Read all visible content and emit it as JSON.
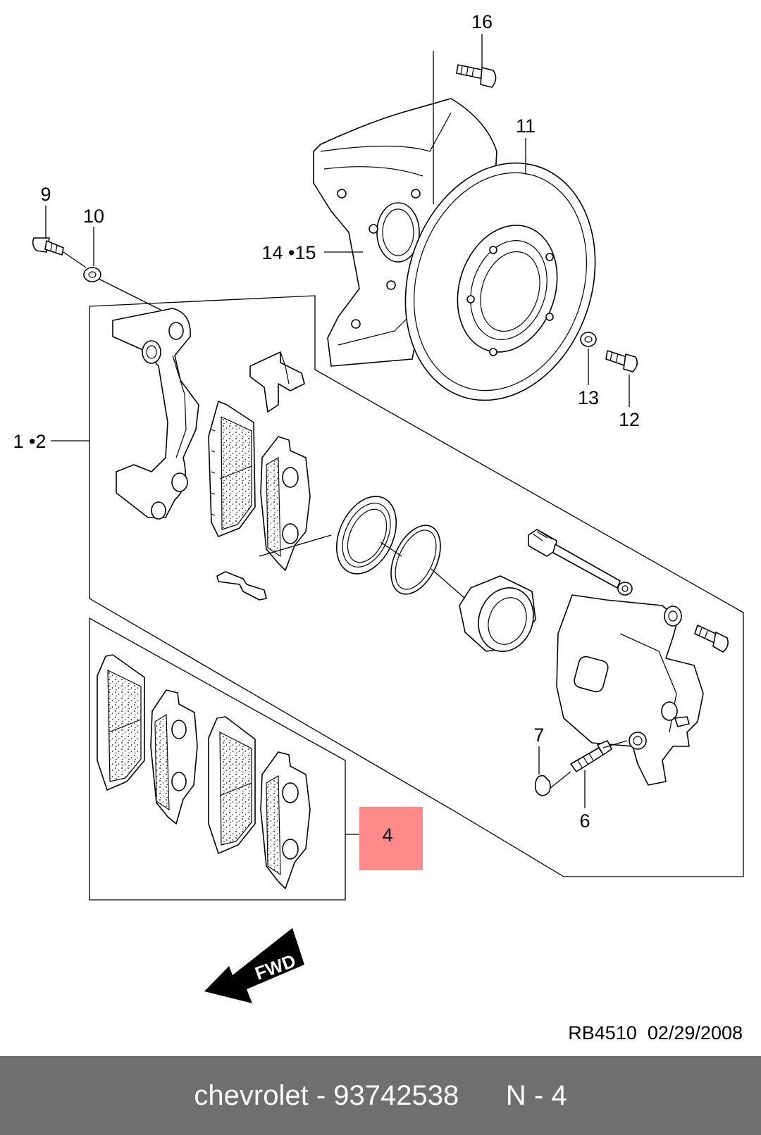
{
  "diagram": {
    "callouts": {
      "c16": "16",
      "c11": "11",
      "c9": "9",
      "c10": "10",
      "c1415": "14 •15",
      "c13": "13",
      "c12": "12",
      "c12b": "1 •2",
      "c7": "7",
      "c6": "6",
      "c4": "4"
    },
    "arrow_label": "FWD",
    "highlight_color": "#ff8a8a",
    "highlight_text_color": "#7a0000"
  },
  "revision": "RB4510  02/29/2008",
  "footer": {
    "text": "chevrolet - 93742538      N - 4",
    "background": "#6f6f6f"
  }
}
